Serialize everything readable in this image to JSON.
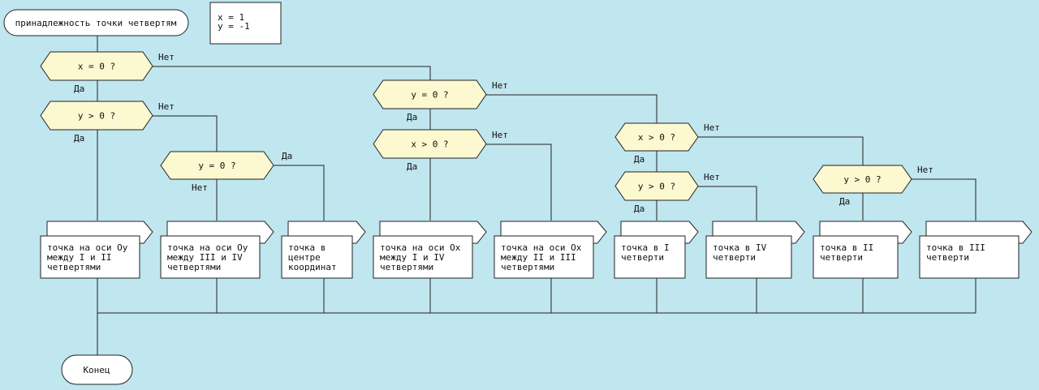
{
  "start_label": "принадлежность точки четвертям",
  "input": [
    "x = 1",
    "y = -1"
  ],
  "end_label": "Конец",
  "yes": "Да",
  "no": "Нет",
  "conditions": {
    "c1": "x = 0 ?",
    "c2": "y > 0 ?",
    "c3": "y = 0 ?",
    "c4": "y = 0 ?",
    "c5": "x > 0 ?",
    "c6": "x > 0 ?",
    "c7": "y > 0 ?",
    "c8": "y > 0 ?"
  },
  "outcomes": {
    "o1": [
      "точка на оси Oy",
      "между I и II",
      "четвертями"
    ],
    "o2": [
      "точка на оси Oy",
      "между III и IV",
      "четвертями"
    ],
    "o3": [
      "точка в",
      "центре",
      "координат"
    ],
    "o4": [
      "точка на оси Ox",
      "между I и IV",
      "четвертями"
    ],
    "o5": [
      "точка на оси Ox",
      "между II и III",
      "четвертями"
    ],
    "o6": [
      "точка в I",
      "четверти"
    ],
    "o7": [
      "точка в IV",
      "четверти"
    ],
    "o8": [
      "точка в II",
      "четверти"
    ],
    "o9": [
      "точка в III",
      "четверти"
    ]
  }
}
